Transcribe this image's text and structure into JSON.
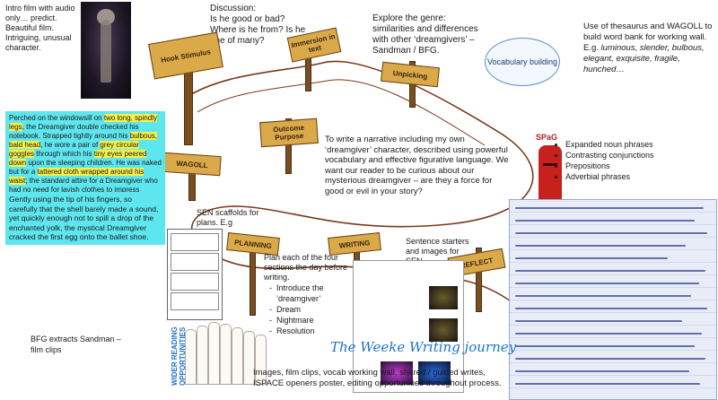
{
  "intro_note": "Intro film with audio only… predict. Beautiful film. Intriguing, unusual character.",
  "discussion_lines": [
    "Discussion:",
    "Is he good or bad?",
    "Where is he from? Is he",
    "one of many?"
  ],
  "genre_lines": [
    "Explore the genre:",
    "similarities and differences",
    "with other ‘dreamgivers’ –",
    "Sandman / BFG."
  ],
  "thesaurus_note": "Use of thesaurus and WAGOLL to build word bank for working wall. E.g.",
  "thesaurus_examples": "luminous, slender, bulbous, elegant, exquisite, fragile, hunched…",
  "cloud_label": "Vocabulary building",
  "signs": {
    "hook": "Hook Stimulus",
    "immersion": "Immersion in text",
    "unpicking": "Unpicking",
    "outcome": "Outcome Purpose",
    "wagoll": "WAGOLL",
    "planning": "PLANNING",
    "writing": "WRITING",
    "reflect": "REFLECT",
    "spag": "SPaG"
  },
  "wagoll_text": {
    "p1": "Perched on the windowsill on ",
    "h1": "two long, spindly legs",
    "p2": ", the Dreamgiver double checked his notebook. Strapped tightly around his ",
    "h2": "bulbous, bald head",
    "p3": ", he wore a pair of ",
    "h3": "grey circular goggles",
    "p4": " through which his ",
    "h4": "tiny eyes peered down",
    "p5": " upon the sleeping children. He was naked but for a ",
    "h5": "tattered cloth wrapped around his waist",
    "p6": "; the standard attire for a Dreamgiver who had no need for lavish clothes to impress others."
  },
  "wagoll_text_2": "Gently using the tip of his fingers, so carefully that the shell barely made a sound, yet quickly enough not to spill a drop of the enchanted yolk, the mystical Dreamgiver cracked the first egg onto the ballet shoe.",
  "outcome_text": "To write a narrative including my own ‘dreamgiver’ character, described using powerful vocabulary and effective figurative language. We want our reader to be curious about our mysterious dreamgiver – are they a force for good or evil in your story?",
  "spag_items": [
    "Expanded noun phrases",
    "Contrasting conjunctions",
    "Prepositions",
    "Adverbial phrases"
  ],
  "sen_scaffolds": "SEN scaffolds for plans. E.g",
  "planning_intro": "Plan each of the four sections the day before writing.",
  "planning_items": [
    "Introduce the ‘dreamgiver’",
    "Dream",
    "Nightmare",
    "Resolution"
  ],
  "sentence_starters": "Sentence starters and images for SEN",
  "bfg_extracts": "BFG extracts Sandman – film clips",
  "fence_label": "WIDER READING OPPORTUNITIES",
  "journey_title": "The Weeke Writing journey",
  "footer_text": "Images, film clips, vocab working wall, shared / guided writes, ISPACE openers poster, editing opportunities throughout process.",
  "colors": {
    "highlight_box": "#5ee6ef",
    "highlight_text": "#f6f04a",
    "sign_wood": "#d9a94a",
    "path_line": "#7a3a1a",
    "journey_blue": "#1b74c9"
  }
}
